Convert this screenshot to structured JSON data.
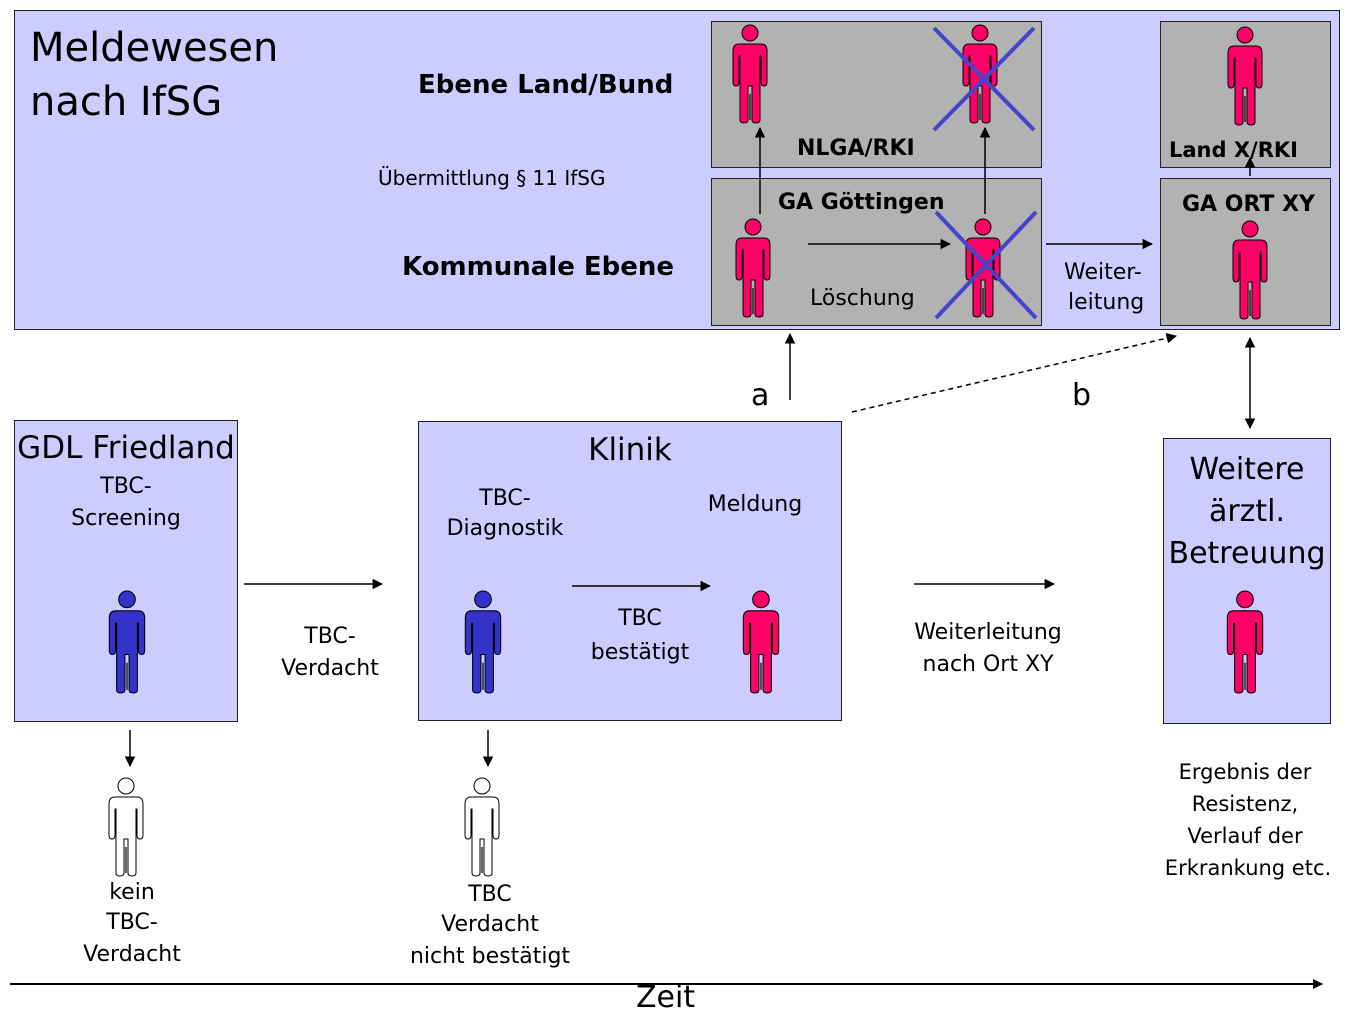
{
  "colors": {
    "panel": "#ccccff",
    "grey_box": "#b2b2b2",
    "person_pink": "#ff0066",
    "person_blue": "#3333cc",
    "person_white": "#ffffff",
    "cross": "#4444cc"
  },
  "top_panel": {
    "title_line1": "Meldewesen",
    "title_line2": "nach IfSG",
    "level_upper": "Ebene Land/Bund",
    "level_lower": "Kommunale Ebene",
    "transmission": "Übermittlung § 11 IfSG",
    "box_nlga": "NLGA/RKI",
    "box_ga_goettingen": "GA Göttingen",
    "deletion": "Löschung",
    "forward_line1": "Weiter-",
    "forward_line2": "leitung",
    "box_land_x": "Land X/RKI",
    "box_ga_ort": "GA ORT XY"
  },
  "path_labels": {
    "a": "a",
    "b": "b"
  },
  "gdl": {
    "title": "GDL Friedland",
    "sub_line1": "TBC-",
    "sub_line2": "Screening",
    "suspicion_line1": "TBC-",
    "suspicion_line2": "Verdacht",
    "no_suspicion_line1": "kein",
    "no_suspicion_line2": "TBC-",
    "no_suspicion_line3": "Verdacht"
  },
  "klinik": {
    "title": "Klinik",
    "diag_line1": "TBC-",
    "diag_line2": "Diagnostik",
    "report": "Meldung",
    "confirmed_line1": "TBC",
    "confirmed_line2": "bestätigt",
    "not_confirmed_line1": "TBC",
    "not_confirmed_line2": "Verdacht",
    "not_confirmed_line3": "nicht bestätigt"
  },
  "forwarding": {
    "line1": "Weiterleitung",
    "line2": "nach Ort XY"
  },
  "further_care": {
    "line1": "Weitere",
    "line2": "ärztl.",
    "line3": "Betreuung",
    "result_line1": "Ergebnis der",
    "result_line2": "Resistenz,",
    "result_line3": "Verlauf der",
    "result_line4": "Erkrankung etc."
  },
  "time_axis": "Zeit"
}
